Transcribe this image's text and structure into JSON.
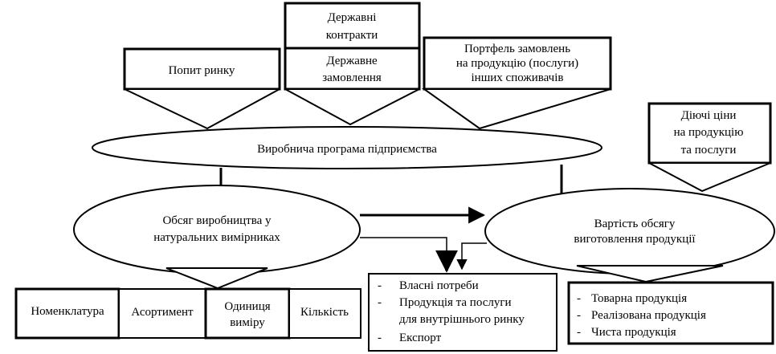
{
  "sources": {
    "market_demand": "Попит  ринку",
    "state_contracts": [
      "Державні",
      "контракти"
    ],
    "state_order": [
      "Державне",
      "замовлення"
    ],
    "order_portfolio": [
      "Портфель  замовлень",
      "на продукцію (послуги)",
      "інших споживачів"
    ],
    "current_prices": [
      "Діючі ціни",
      "на продукцію",
      "та послуги"
    ]
  },
  "nodes": {
    "production_program": "Виробнича програма підприємства",
    "volume_natural": [
      "Обсяг  виробництва у",
      "натуральних вимірниках"
    ],
    "volume_value": [
      "Вартість обсягу",
      "виготовлення продукції"
    ]
  },
  "attributes": {
    "nomenclature": "Номенклатура",
    "assortment": "Асортимент",
    "unit": [
      "Одиниця",
      "виміру"
    ],
    "quantity": "Кількість"
  },
  "uses": {
    "bullet": "-",
    "items": [
      {
        "lines": [
          "Власні потреби"
        ]
      },
      {
        "lines": [
          "Продукція та послуги",
          "для внутрішнього ринку"
        ]
      },
      {
        "lines": [
          "Експорт"
        ]
      }
    ]
  },
  "products": {
    "bullet": "-",
    "items": [
      "Товарна продукція",
      "Реалізована продукція",
      "Чиста продукція"
    ]
  }
}
